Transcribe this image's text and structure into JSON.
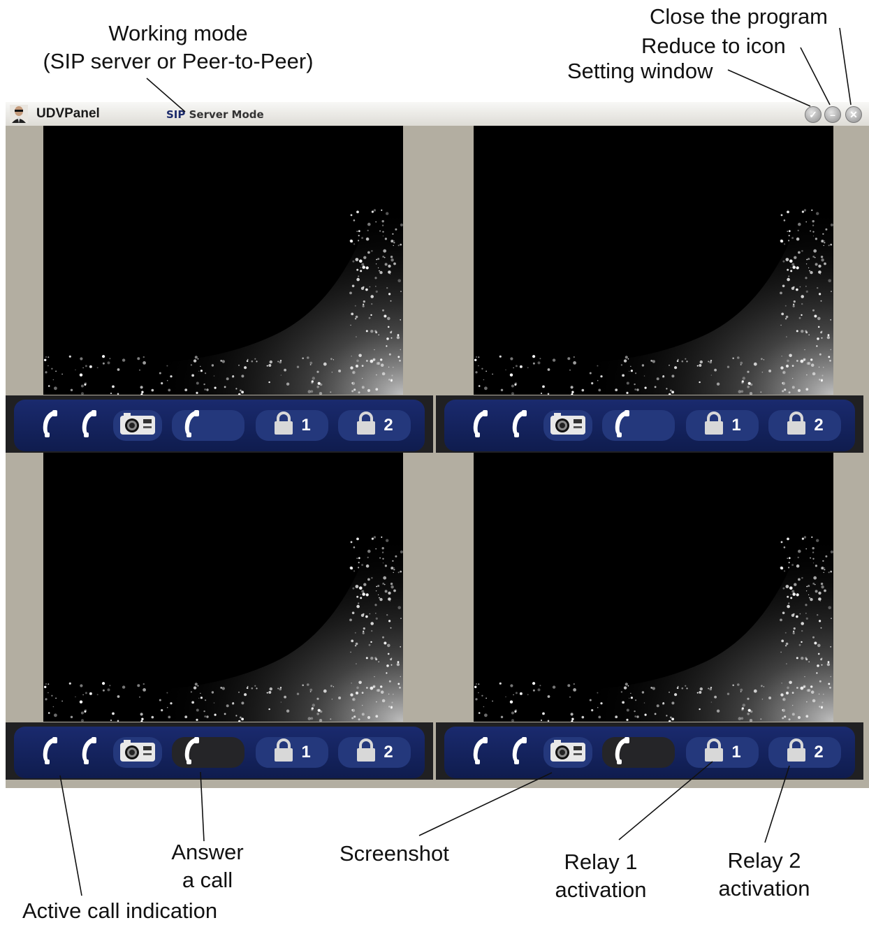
{
  "callouts": {
    "working_mode_line1": "Working mode",
    "working_mode_line2": "(SIP server or Peer-to-Peer)",
    "close_program": "Close the program",
    "reduce_icon": "Reduce to icon",
    "setting_window": "Setting window",
    "answer_call_line1": "Answer",
    "answer_call_line2": "a call",
    "active_call": "Active call indication",
    "screenshot": "Screenshot",
    "relay1_line1": "Relay 1",
    "relay1_line2": "activation",
    "relay2_line1": "Relay 2",
    "relay2_line2": "activation"
  },
  "window": {
    "title": "UDVPanel",
    "mode_prefix": "SIP",
    "mode_suffix": " Server Mode",
    "buttons": {
      "settings_symbol": "✓",
      "minimize_symbol": "–",
      "close_symbol": "✕"
    }
  },
  "panels": [
    {
      "relay1_label": "1",
      "relay2_label": "2",
      "answer_active": true
    },
    {
      "relay1_label": "1",
      "relay2_label": "2",
      "answer_active": true
    },
    {
      "relay1_label": "1",
      "relay2_label": "2",
      "answer_active": false
    },
    {
      "relay1_label": "1",
      "relay2_label": "2",
      "answer_active": false
    }
  ],
  "icons": {
    "handset": "phone-handset-icon",
    "camera": "camera-icon",
    "lock": "padlock-icon",
    "avatar": "user-avatar-icon"
  },
  "colors": {
    "toolbar_blue": "#1a2a6e",
    "pill_blue": "#24387c",
    "pill_dark": "#252528",
    "panel_bg": "#b3aea1"
  }
}
